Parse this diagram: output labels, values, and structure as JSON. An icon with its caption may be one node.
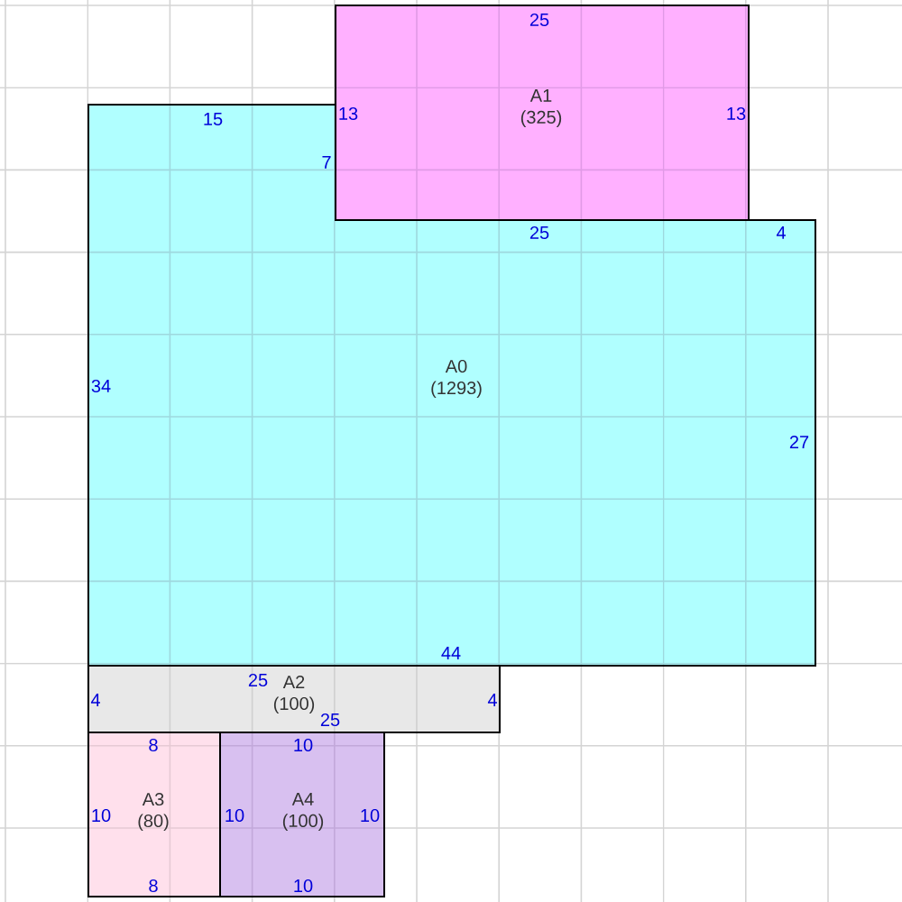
{
  "diagram": {
    "nodes": [
      {
        "text": [
          "A0",
          "(1293)",
          "15",
          "7",
          "25",
          "4",
          "34",
          "27",
          "44"
        ]
      },
      {
        "text": [
          "A1",
          "(325)",
          "25",
          "13",
          "13"
        ]
      },
      {
        "text": [
          "A2",
          "(100)",
          "25",
          "4",
          "4",
          "25"
        ]
      },
      {
        "text": [
          "A3",
          "(80)",
          "8",
          "10",
          "8"
        ]
      },
      {
        "text": [
          "A4",
          "(100)",
          "10",
          "10",
          "10",
          "10"
        ]
      }
    ]
  }
}
